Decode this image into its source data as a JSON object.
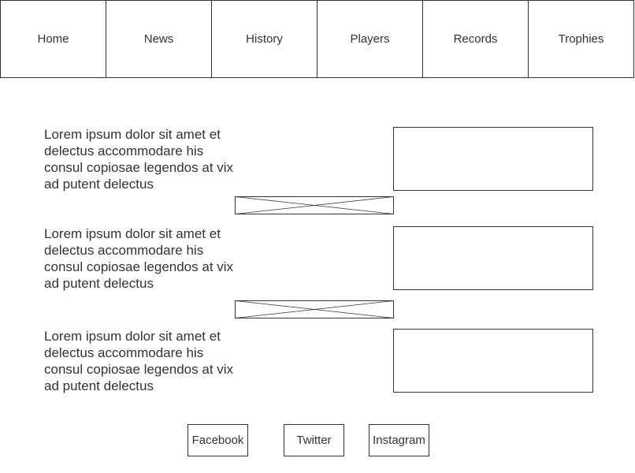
{
  "nav": {
    "items": [
      {
        "label": "Home"
      },
      {
        "label": "News"
      },
      {
        "label": "History"
      },
      {
        "label": "Players"
      },
      {
        "label": "Records"
      },
      {
        "label": "Trophies"
      }
    ]
  },
  "sections": [
    {
      "text": "Lorem ipsum dolor sit amet et delectus accommodare his consul copiosae legendos at vix ad putent delectus"
    },
    {
      "text": "Lorem ipsum dolor sit amet et delectus accommodare his consul copiosae legendos at vix ad putent delectus"
    },
    {
      "text": "Lorem ipsum dolor sit amet et delectus accommodare his consul copiosae legendos at vix ad putent delectus"
    }
  ],
  "social": {
    "facebook": "Facebook",
    "twitter": "Twitter",
    "instagram": "Instagram"
  },
  "colors": {
    "stroke": "#333333",
    "background": "#ffffff"
  }
}
